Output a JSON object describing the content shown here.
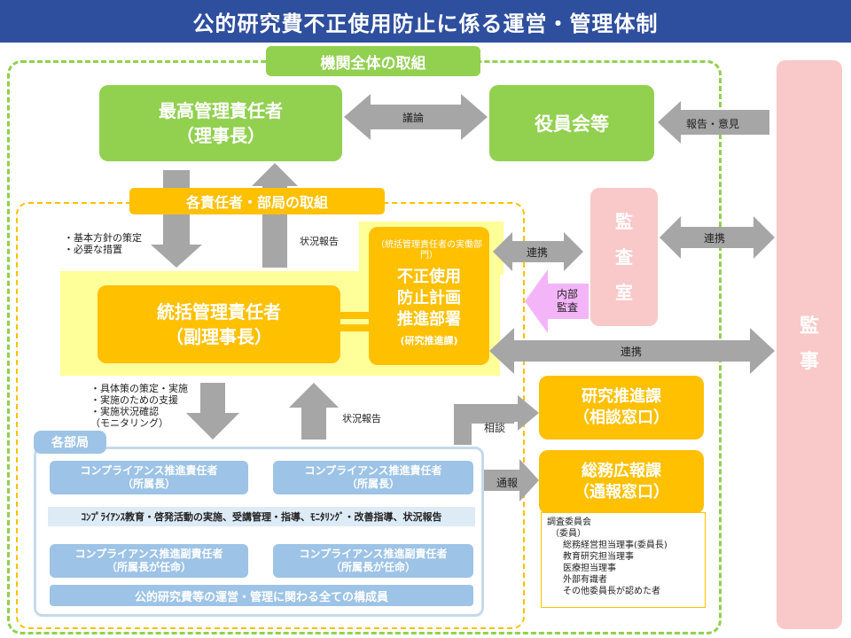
{
  "title": "公的研究費不正使用防止に係る運営・管理体制",
  "labels": {
    "org_wide": "機関全体の取組",
    "dept_efforts": "各責任者・部局の取組",
    "top_manager": "最高管理責任者",
    "top_manager_sub": "（理事長）",
    "board": "役員会等",
    "discussion": "議論",
    "report_opinion": "報告・意見",
    "general_manager": "統括管理責任者",
    "general_manager_sub": "（副理事長）",
    "promotion_note": "（統括管理責任者の実働部門）",
    "promotion_l1": "不正使用",
    "promotion_l2": "防止計画",
    "promotion_l3": "推進部署",
    "promotion_sub": "(研究推進課)",
    "audit_1": "監",
    "audit_2": "査",
    "audit_3": "室",
    "internal_audit_1": "内部",
    "internal_audit_2": "監査",
    "auditor_1": "監",
    "auditor_2": "事",
    "cooperation_1": "連携",
    "cooperation_2": "連携",
    "cooperation_3": "連携",
    "policy_1": "・基本方針の策定",
    "policy_2": "・必要な措置",
    "status_report_1": "状況報告",
    "status_report_2": "状況報告",
    "measures_1": "・具体策の策定・実施",
    "measures_2": "・実施のための支援",
    "measures_3": "・実施状況確認",
    "measures_4": "（モニタリング）",
    "consult": "相談",
    "notify": "通報",
    "research_div": "研究推進課",
    "research_div_sub": "（相談窓口）",
    "general_div": "総務広報課",
    "general_div_sub": "（通報窓口）",
    "departments": "各部局",
    "compliance_1": "コンプライアンス推進責任者",
    "compliance_1_sub": "（所属長）",
    "compliance_2": "コンプライアンス推進責任者",
    "compliance_2_sub": "（所属長）",
    "activities": "ｺﾝﾌﾟﾗｲｱﾝｽ教育・啓発活動の実施、受講管理・指導、ﾓﾆﾀﾘﾝｸﾞ・改善指導、状況報告",
    "deputy_1": "コンプライアンス推進副責任者",
    "deputy_1_sub": "（所属長が任命）",
    "deputy_2": "コンプライアンス推進副責任者",
    "deputy_2_sub": "（所属長が任命）",
    "members": "公的研究費等の運営・管理に関わる全ての構成員"
  },
  "committee": {
    "title": "調査委員会",
    "sub": "（委員）",
    "members": [
      "総務経営担当理事(委員長)",
      "教育研究担当理事",
      "医療担当理事",
      "外部有識者",
      "その他委員長が認めた者"
    ]
  },
  "colors": {
    "title_bar": "#2E4F9E",
    "green": "#92D050",
    "orange": "#FFC000",
    "pink": "#F9C8C8",
    "blue": "#9DC3E6",
    "arrow_gray": "#A6A6A6",
    "yellow_bg": "#FFFF99",
    "violet": "#F4B5F8"
  }
}
